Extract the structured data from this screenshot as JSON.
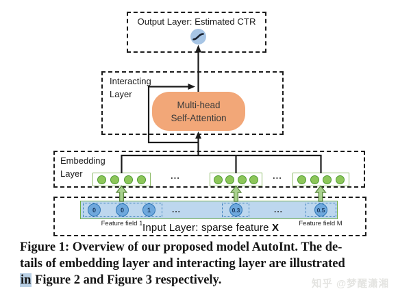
{
  "colors": {
    "line": "#1b1b1b",
    "attention_fill": "#F2A778",
    "node_blue": "#A7C5E5",
    "input_strip_fill": "#BDD7EE",
    "input_strip_border": "#70AD47",
    "value_node_fill": "#6FA8DC",
    "value_node_border": "#2E75B6",
    "dot_green_fill": "#8CC659",
    "dot_green_border": "#4F9B30",
    "vector_border": "#8FBC6B",
    "arrow_green_fill": "#A9D18E",
    "arrow_green_border": "#538135",
    "selection_highlight": "#B8CFE4",
    "watermark": "#E4E4E1"
  },
  "output_layer": {
    "label": "Output Layer: Estimated CTR",
    "node_icon": "sigmoid-icon"
  },
  "interacting_layer": {
    "label_line1": "Interacting",
    "label_line2": "Layer"
  },
  "attention": {
    "line1": "Multi-head",
    "line2": "Self-Attention"
  },
  "embedding_layer": {
    "label_line1": "Embedding",
    "label_line2": "Layer",
    "ellipsis": "..."
  },
  "input_layer": {
    "values": [
      "0",
      "0",
      "1",
      "0.3",
      "0.5"
    ],
    "ellipsis": "...",
    "field_label_1": "Feature field 1",
    "field_label_m": "Feature field M",
    "caption_text": "Input Layer: sparse feature ",
    "caption_bold": "X"
  },
  "caption": {
    "line1": "Figure 1: Overview of our proposed model AutoInt. The de-",
    "line2": "tails of embedding layer and interacting layer are illustrated",
    "line3_highlighted": "in",
    "line3_rest": " Figure 2 and Figure 3 respectively."
  },
  "watermark": {
    "text": "知乎 @梦醒潇湘"
  }
}
